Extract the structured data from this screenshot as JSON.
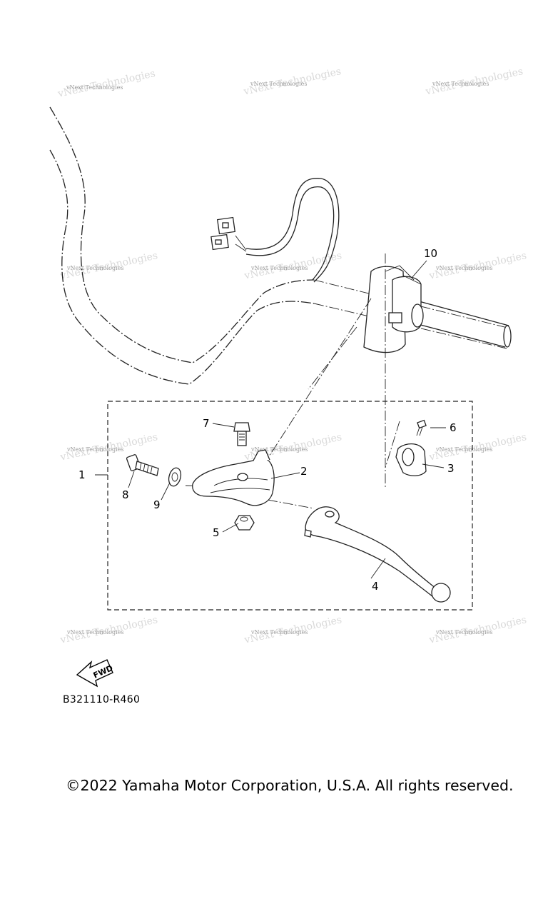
{
  "diagram": {
    "callouts": [
      {
        "id": "1",
        "label": "1"
      },
      {
        "id": "2",
        "label": "2"
      },
      {
        "id": "3",
        "label": "3"
      },
      {
        "id": "4",
        "label": "4"
      },
      {
        "id": "5",
        "label": "5"
      },
      {
        "id": "6",
        "label": "6"
      },
      {
        "id": "7",
        "label": "7"
      },
      {
        "id": "8",
        "label": "8"
      },
      {
        "id": "9",
        "label": "9"
      },
      {
        "id": "10",
        "label": "10"
      }
    ],
    "fwd_label": "FWD",
    "drawing_code": "B321110-R460",
    "watermark": "vNext Technologies"
  },
  "footer": {
    "copyright": "©2022 Yamaha Motor Corporation, U.S.A. All rights reserved."
  }
}
